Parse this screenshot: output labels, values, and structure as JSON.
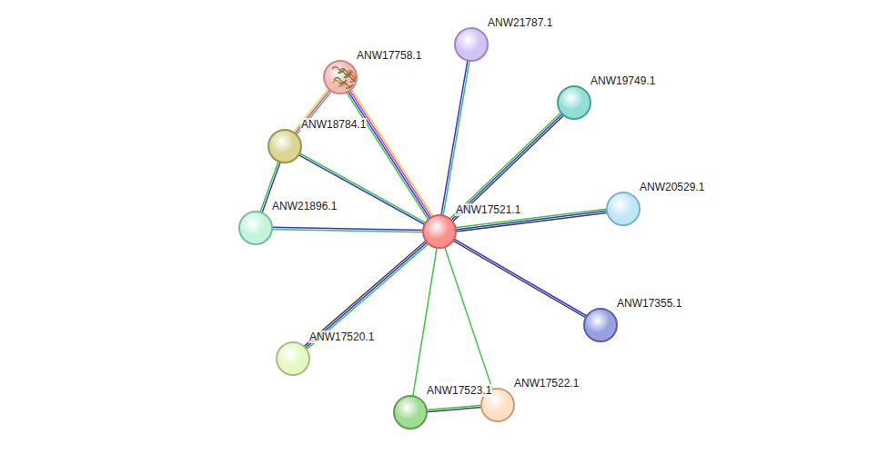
{
  "diagram": {
    "nodes": [
      {
        "text": [
          "ANW21787.1"
        ]
      },
      {
        "text": [
          "ANW17758.1"
        ]
      },
      {
        "text": [
          "ANW19749.1"
        ]
      },
      {
        "text": [
          "ANW18784.1"
        ]
      },
      {
        "text": [
          "ANW20529.1"
        ]
      },
      {
        "text": [
          "ANW17521.1"
        ]
      },
      {
        "text": [
          "ANW21896.1"
        ]
      },
      {
        "text": [
          "ANW17355.1"
        ]
      },
      {
        "text": [
          "ANW17520.1"
        ]
      },
      {
        "text": [
          "ANW17522.1"
        ]
      },
      {
        "text": [
          "ANW17523.1"
        ]
      }
    ],
    "edges": [
      {
        "from": 5,
        "to": 0,
        "arrow": "none"
      },
      {
        "from": 5,
        "to": 1,
        "arrow": "none"
      },
      {
        "from": 5,
        "to": 2,
        "arrow": "none"
      },
      {
        "from": 5,
        "to": 3,
        "arrow": "none"
      },
      {
        "from": 5,
        "to": 4,
        "arrow": "none"
      },
      {
        "from": 5,
        "to": 6,
        "arrow": "none"
      },
      {
        "from": 5,
        "to": 7,
        "arrow": "none"
      },
      {
        "from": 5,
        "to": 8,
        "arrow": "none"
      },
      {
        "from": 5,
        "to": 10,
        "arrow": "none"
      },
      {
        "from": 5,
        "to": 9,
        "arrow": "none"
      },
      {
        "from": 1,
        "to": 3,
        "arrow": "none"
      },
      {
        "from": 3,
        "to": 6,
        "arrow": "none"
      },
      {
        "from": 10,
        "to": 9,
        "arrow": "none"
      }
    ]
  }
}
